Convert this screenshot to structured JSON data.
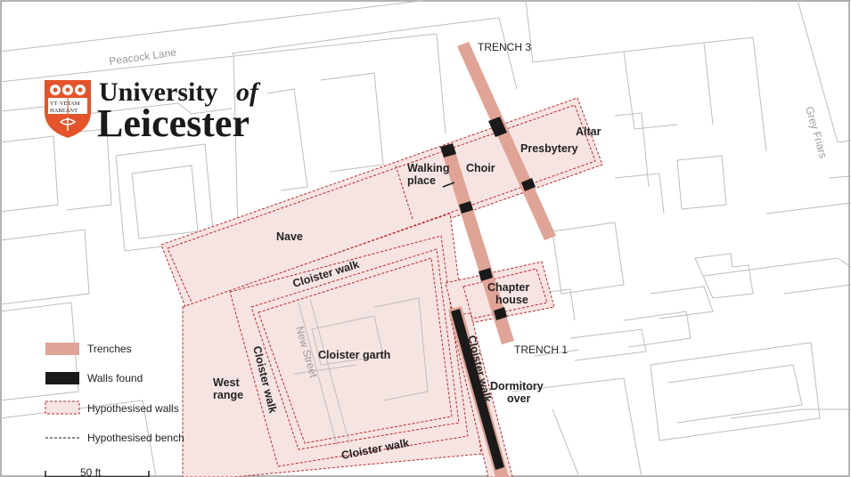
{
  "logo": {
    "line1": "University",
    "line1_of": "of",
    "line2": "Leicester",
    "motto_top": "VT·VETAM",
    "motto_bottom": "HABEANT"
  },
  "streets": {
    "peacock_lane": "Peacock Lane",
    "grey_friars": "Grey Friars",
    "new_street": "New Street"
  },
  "areas": {
    "nave": "Nave",
    "choir": "Choir",
    "presbytery": "Presbytery",
    "altar": "Altar",
    "walking_place_1": "Walking",
    "walking_place_2": "place",
    "cloister_walk_north": "Cloister walk",
    "cloister_walk_west": "Cloister walk",
    "cloister_walk_east": "Cloister walk",
    "cloister_walk_south": "Cloister walk",
    "cloister_garth": "Cloister garth",
    "west_range_1": "West",
    "west_range_2": "range",
    "chapter_house_1": "Chapter",
    "chapter_house_2": "house",
    "dormitory_1": "Dormitory",
    "dormitory_2": "over"
  },
  "trenches": {
    "trench1": "TRENCH 1",
    "trench3": "TRENCH 3"
  },
  "legend": {
    "trenches": "Trenches",
    "walls_found": "Walls found",
    "hypothesised_walls": "Hypothesised walls",
    "hypothesised_bench": "Hypothesised bench",
    "scale": "50 ft"
  },
  "colors": {
    "trench": "#e0a496",
    "wall_found": "#1a1a1a",
    "hypothesised_fill": "#f6e4e2",
    "hypothesised_line": "#c0282d",
    "building_outline": "#bdbdbd",
    "shield": "#e4532a"
  }
}
